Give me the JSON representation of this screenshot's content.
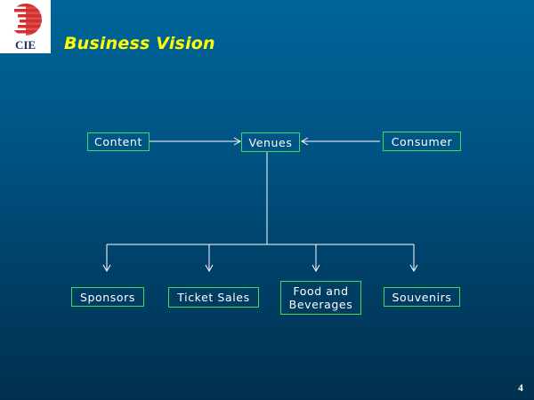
{
  "logo": {
    "text": "CIE",
    "icon": "striped-globe-icon"
  },
  "slide": {
    "title": "Business Vision",
    "page_number": "4"
  },
  "diagram": {
    "center": "Venues",
    "inputs": [
      "Content",
      "Consumer"
    ],
    "outputs": [
      "Sponsors",
      "Ticket Sales",
      "Food and Beverages",
      "Souvenirs"
    ],
    "colors": {
      "box_border": "#3ddc5a",
      "text": "#ffffff",
      "title": "#ffff00"
    }
  },
  "nodes": {
    "content": "Content",
    "venues": "Venues",
    "consumer": "Consumer",
    "sponsors": "Sponsors",
    "ticket_sales": "Ticket Sales",
    "food_line1": "Food and",
    "food_line2": "Beverages",
    "souvenirs": "Souvenirs"
  }
}
